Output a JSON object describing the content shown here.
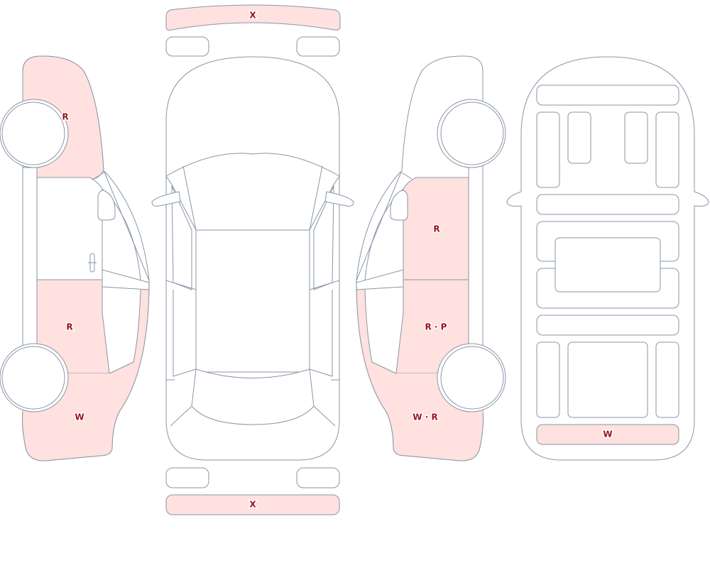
{
  "damage_codes": {
    "front_bumper": "X",
    "rear_bumper": "X",
    "left_front_fender": "R",
    "left_rear_door": "R",
    "left_rear_quarter": "W",
    "right_front_door": "R",
    "right_rear_door": "R · P",
    "right_rear_quarter": "W · R",
    "underbody_rear": "W"
  },
  "colors": {
    "outline": "#8a96a6",
    "damage_fill": "#ffe1df",
    "damage_label": "#a0101c"
  }
}
